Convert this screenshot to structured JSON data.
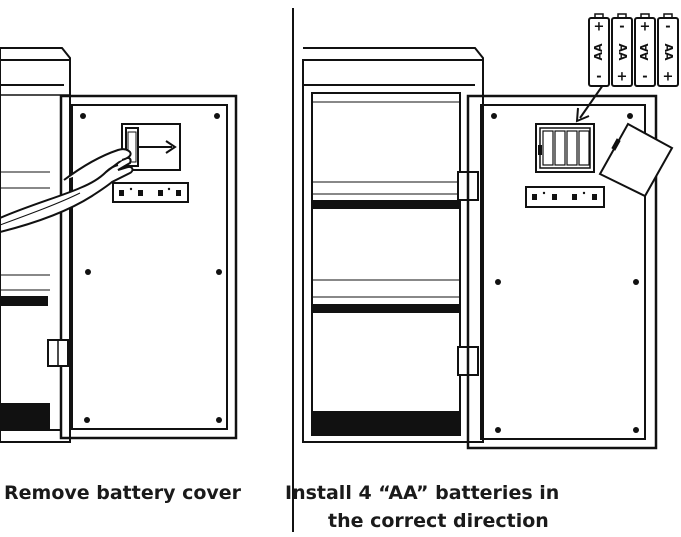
{
  "captions": {
    "left": "Remove battery cover",
    "right_line1": "Install 4 “AA” batteries in",
    "right_line2": "the correct direction"
  },
  "batteries": [
    {
      "top_sign": "+",
      "label": "AA",
      "bottom_sign": "-"
    },
    {
      "top_sign": "-",
      "label": "AA",
      "bottom_sign": "+"
    },
    {
      "top_sign": "+",
      "label": "AA",
      "bottom_sign": "-"
    },
    {
      "top_sign": "-",
      "label": "AA",
      "bottom_sign": "+"
    }
  ],
  "icons": [
    "hand-icon",
    "arrow-right-icon",
    "arrow-down-left-icon",
    "battery-icon",
    "hinge-icon",
    "keypad-icon"
  ]
}
